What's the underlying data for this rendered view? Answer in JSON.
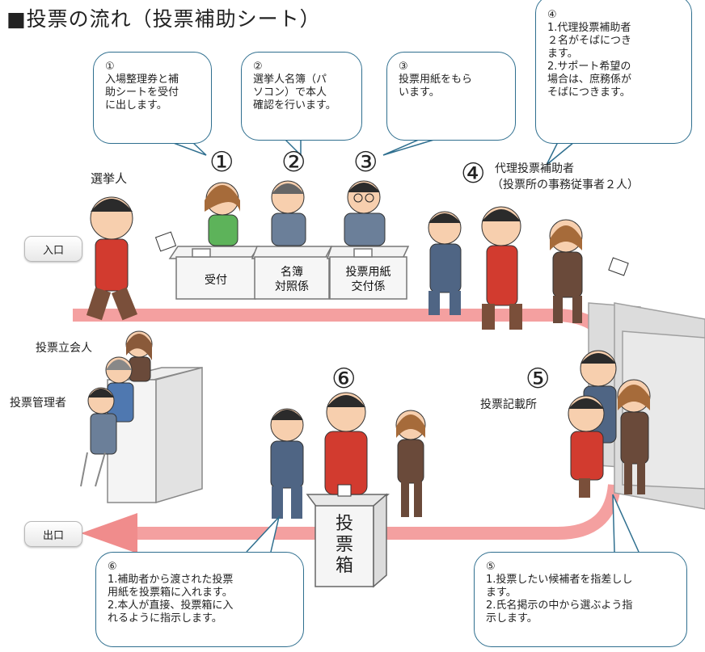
{
  "title": "■投票の流れ（投票補助シート）",
  "buttons": {
    "entrance": "入口",
    "exit": "出口"
  },
  "steps": {
    "s1": {
      "marker": "①",
      "bubble_num": "①",
      "bubble_text": "入場整理券と補\n助シートを受付\nに出します。",
      "desk": "受付"
    },
    "s2": {
      "marker": "②",
      "bubble_num": "②",
      "bubble_text": "選挙人名簿（パ\nソコン）で本人\n確認を行います。",
      "desk": "名簿\n対照係"
    },
    "s3": {
      "marker": "③",
      "bubble_num": "③",
      "bubble_text": "投票用紙をもら\nいます。",
      "desk": "投票用紙\n交付係"
    },
    "s4": {
      "marker": "④",
      "bubble_num": "④",
      "bubble_text": "1.代理投票補助者\n２名がそばにつき\nます。\n2.サポート希望の\n場合は、庶務係が\nそばにつきます。",
      "label_line1": "代理投票補助者",
      "label_line2": "（投票所の事務従事者２人）"
    },
    "s5": {
      "marker": "⑤",
      "bubble_num": "⑤",
      "bubble_text": "1.投票したい候補者を指差しし\nます。\n2.氏名掲示の中から選ぶよう指\n示します。",
      "label": "投票記載所"
    },
    "s6": {
      "marker": "⑥",
      "bubble_num": "⑥",
      "bubble_text": "1.補助者から渡された投票\n用紙を投票箱に入れます。\n2.本人が直接、投票箱に入\nれるように指示します。",
      "box_label": "投\n票\n箱"
    }
  },
  "people": {
    "voter": "選挙人",
    "witness": "投票立会人",
    "manager": "投票管理者"
  },
  "colors": {
    "path": "#f4a0a0",
    "path_dark": "#ee8a8a",
    "bubble_border": "#2f6f8f",
    "suit": "#4f6584",
    "red_shirt": "#d23b2f",
    "green_shirt": "#5db35a",
    "skin": "#f7cfae",
    "hair": "#2b2b2b",
    "brown": "#7a4f3a",
    "booth": "#d6d6d6"
  }
}
